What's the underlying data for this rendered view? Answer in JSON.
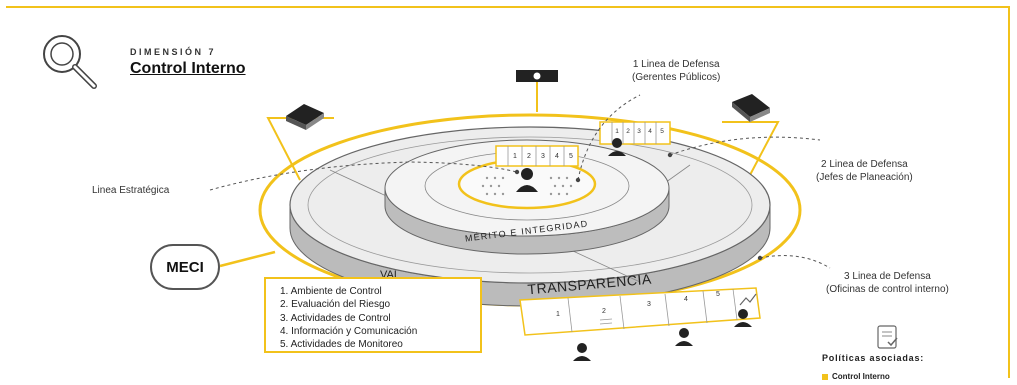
{
  "header": {
    "subtitle": "DIMENSIÓN 7",
    "title": "Control Interno"
  },
  "callouts": {
    "linea_estrategica": "Linea Estratégica",
    "linea1_title": "1 Linea de Defensa",
    "linea1_sub": "(Gerentes Públicos)",
    "linea2_title": "2 Linea de Defensa",
    "linea2_sub": "(Jefes de Planeación)",
    "linea3_title": "3 Linea de Defensa",
    "linea3_sub": "(Oficinas de control interno)"
  },
  "diagram": {
    "meci_label": "MECI",
    "ring_merito": "MÉRITO E INTEGRIDAD",
    "ring_transparencia": "TRANSPARENCIA",
    "ring_val": "VAL",
    "tab_numbers": [
      "1",
      "2",
      "3",
      "4",
      "5"
    ]
  },
  "components": [
    "1. Ambiente de Control",
    "2. Evaluación del Riesgo",
    "3. Actividades de Control",
    "4. Información y Comunicación",
    "5. Actividades de Monitoreo"
  ],
  "policies": {
    "title": "Políticas asociadas:",
    "items": [
      "Control Interno"
    ]
  },
  "icons": {
    "magnifier": "magnifier-icon",
    "camera": "camera-icon",
    "book": "book-icon",
    "person": "person-icon",
    "document": "document-check-icon",
    "chart": "chart-icon"
  },
  "colors": {
    "accent": "#f2c21b",
    "ring_fill": "#eeeeee",
    "ring_side": "#bbbbbb",
    "outline": "#555555"
  }
}
